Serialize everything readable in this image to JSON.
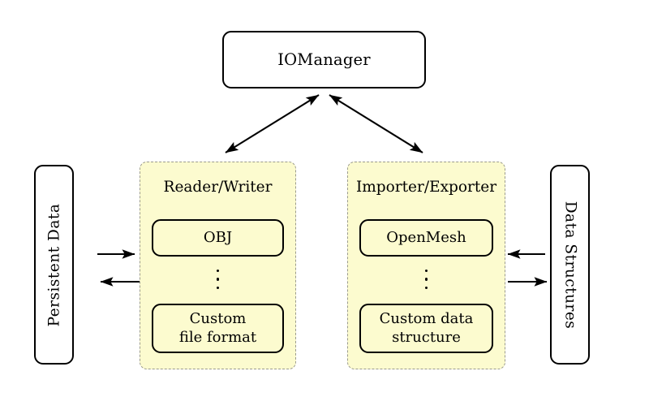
{
  "diagram": {
    "title_node": {
      "label": "IOManager"
    },
    "groups": [
      {
        "id": "reader-writer",
        "title": "Reader/Writer",
        "items": [
          {
            "label": "OBJ"
          },
          {
            "label": "Custom\nfile format",
            "line1": "Custom",
            "line2": "file format"
          }
        ],
        "ellipsis": "⋮"
      },
      {
        "id": "importer-exporter",
        "title": "Importer/Exporter",
        "items": [
          {
            "label": "OpenMesh"
          },
          {
            "label": "Custom data\nstructure",
            "line1": "Custom data",
            "line2": "structure"
          }
        ],
        "ellipsis": "⋮"
      }
    ],
    "side_boxes": [
      {
        "id": "persistent-data",
        "label": "Persistent Data",
        "orientation": "rotated-ccw"
      },
      {
        "id": "data-structures",
        "label": "Data Structures",
        "orientation": "rotated-cw"
      }
    ],
    "connections": [
      {
        "id": "iomanager-to-reader-writer",
        "from": "IOManager",
        "to": "Reader/Writer",
        "style": "double-headed-diagonal"
      },
      {
        "id": "iomanager-to-importer-exporter",
        "from": "IOManager",
        "to": "Importer/Exporter",
        "style": "double-headed-diagonal"
      },
      {
        "id": "persistent-data-to-reader-writer",
        "from": "Persistent Data",
        "to": "Reader/Writer",
        "style": "single-headed-right"
      },
      {
        "id": "reader-writer-to-persistent-data",
        "from": "Reader/Writer",
        "to": "Persistent Data",
        "style": "single-headed-left"
      },
      {
        "id": "data-structures-to-importer-exporter",
        "from": "Data Structures",
        "to": "Importer/Exporter",
        "style": "single-headed-left"
      },
      {
        "id": "importer-exporter-to-data-structures",
        "from": "Importer/Exporter",
        "to": "Data Structures",
        "style": "single-headed-right"
      }
    ],
    "colors": {
      "group_fill": "#fcfbcf",
      "group_border": "#9b9b8e",
      "node_border": "#000000",
      "node_fill": "#ffffff",
      "background": "#ffffff"
    }
  }
}
